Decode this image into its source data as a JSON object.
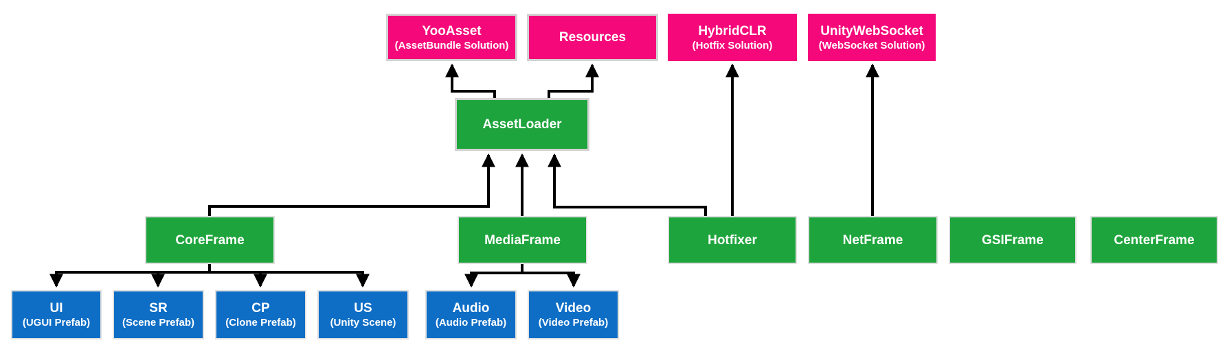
{
  "diagram": {
    "description": "Framework dependency diagram",
    "colors": {
      "solution_pink": "#F5087A",
      "frame_green": "#1EA43C",
      "asset_blue": "#0E6EC6",
      "arrow_black": "#000000",
      "box_border_gray": "#D2D2D2",
      "text_white": "#FFFFFF",
      "background": "#FFFFFF"
    },
    "nodes": {
      "yooasset": {
        "title": "YooAsset",
        "subtitle": "(AssetBundle Solution)"
      },
      "resources": {
        "title": "Resources"
      },
      "hybridclr": {
        "title": "HybridCLR",
        "subtitle": "(Hotfix Solution)"
      },
      "unitywebsocket": {
        "title": "UnityWebSocket",
        "subtitle": "(WebSocket Solution)"
      },
      "assetloader": {
        "title": "AssetLoader"
      },
      "coreframe": {
        "title": "CoreFrame"
      },
      "mediaframe": {
        "title": "MediaFrame"
      },
      "hotfixer": {
        "title": "Hotfixer"
      },
      "netframe": {
        "title": "NetFrame"
      },
      "gsiframe": {
        "title": "GSIFrame"
      },
      "centerframe": {
        "title": "CenterFrame"
      },
      "ui": {
        "title": "UI",
        "subtitle": "(UGUI Prefab)"
      },
      "sr": {
        "title": "SR",
        "subtitle": "(Scene Prefab)"
      },
      "cp": {
        "title": "CP",
        "subtitle": "(Clone Prefab)"
      },
      "us": {
        "title": "US",
        "subtitle": "(Unity Scene)"
      },
      "audio": {
        "title": "Audio",
        "subtitle": "(Audio Prefab)"
      },
      "video": {
        "title": "Video",
        "subtitle": "(Video Prefab)"
      }
    },
    "edges": [
      {
        "from": "AssetLoader",
        "to": "YooAsset"
      },
      {
        "from": "AssetLoader",
        "to": "Resources"
      },
      {
        "from": "CoreFrame",
        "to": "AssetLoader"
      },
      {
        "from": "MediaFrame",
        "to": "AssetLoader"
      },
      {
        "from": "Hotfixer",
        "to": "AssetLoader"
      },
      {
        "from": "Hotfixer",
        "to": "HybridCLR"
      },
      {
        "from": "NetFrame",
        "to": "UnityWebSocket"
      },
      {
        "from": "CoreFrame",
        "to": "UI"
      },
      {
        "from": "CoreFrame",
        "to": "SR"
      },
      {
        "from": "CoreFrame",
        "to": "CP"
      },
      {
        "from": "CoreFrame",
        "to": "US"
      },
      {
        "from": "MediaFrame",
        "to": "Audio"
      },
      {
        "from": "MediaFrame",
        "to": "Video"
      }
    ]
  }
}
